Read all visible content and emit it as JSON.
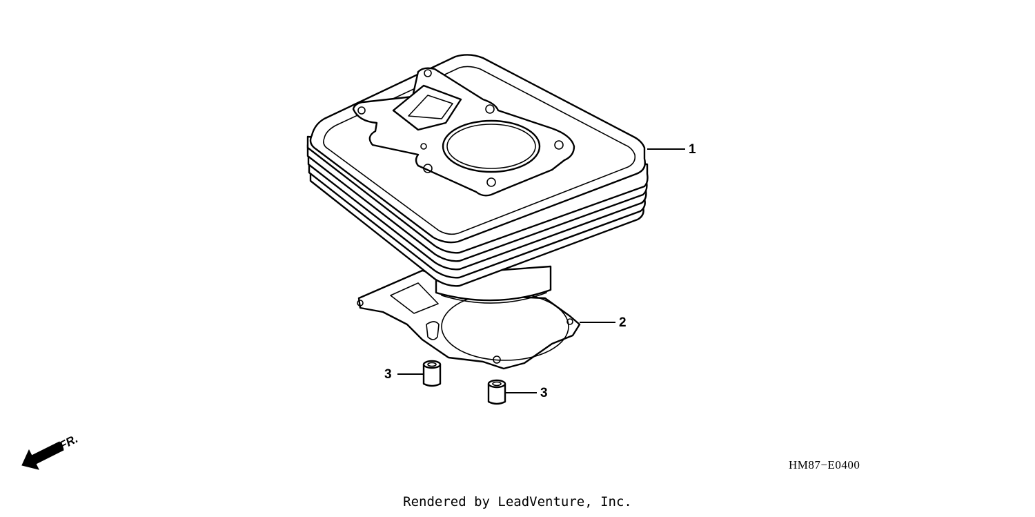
{
  "callouts": [
    {
      "label": "1",
      "part": "cylinder"
    },
    {
      "label": "2",
      "part": "gasket"
    },
    {
      "label": "3",
      "part": "dowel-pin"
    },
    {
      "label": "3",
      "part": "dowel-pin"
    }
  ],
  "direction_marker": {
    "label": "FR.",
    "icon": "arrow-left-down-icon"
  },
  "diagram_code": "HM87−E0400",
  "footer": {
    "credit": "Rendered by LeadVenture, Inc."
  },
  "colors": {
    "line": "#000000",
    "background": "#ffffff"
  }
}
